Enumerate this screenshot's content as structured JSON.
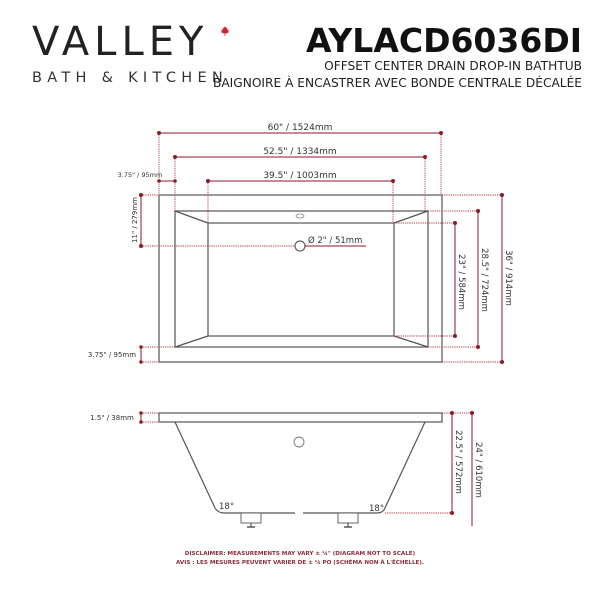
{
  "brand": {
    "name": "VALLEY",
    "tagline": "BATH & KITCHEN",
    "logo_icon": "maple-leaf-icon",
    "logo_icon_color": "#d0222e"
  },
  "header": {
    "model": "AYLACD6036DI",
    "subtitle_en": "OFFSET CENTER DRAIN DROP-IN BATHTUB",
    "subtitle_fr": "BAIGNOIRE À ENCASTRER AVEC BONDE CENTRALE DÉCALÉE"
  },
  "colors": {
    "dimension_line": "#8b1a2b",
    "outline": "#555555",
    "text": "#222222"
  },
  "top_view": {
    "dimensions": {
      "overall_length": "60\" / 1524mm",
      "rim_inner_length": "52.5\" / 1334mm",
      "bottom_length": "39.5\" / 1003mm",
      "rim_width_top": "3.75\" / 95mm",
      "drain_offset": "11\" / 279mm",
      "rim_width_bottom": "3.75\" / 95mm",
      "drain_size": "Ø 2\" / 51mm",
      "bottom_width": "23\" / 584mm",
      "rim_inner_width": "28.5\" / 724mm",
      "overall_width": "36\" / 914mm"
    }
  },
  "side_view": {
    "dimensions": {
      "rim_thickness": "1.5\" / 38mm",
      "inner_depth": "22.5\" / 572mm",
      "overall_height": "24\" / 610mm",
      "wall_angle_left": "18°",
      "wall_angle_right": "18°"
    }
  },
  "disclaimer": {
    "en": "DISCLAIMER: MEASUREMENTS MAY VARY ± ¼\" (DIAGRAM NOT TO SCALE)",
    "fr": "AVIS : LES MESURES PEUVENT VARIER DE ± ¼ PO (SCHÉMA NON À L'ÉCHELLE)."
  }
}
